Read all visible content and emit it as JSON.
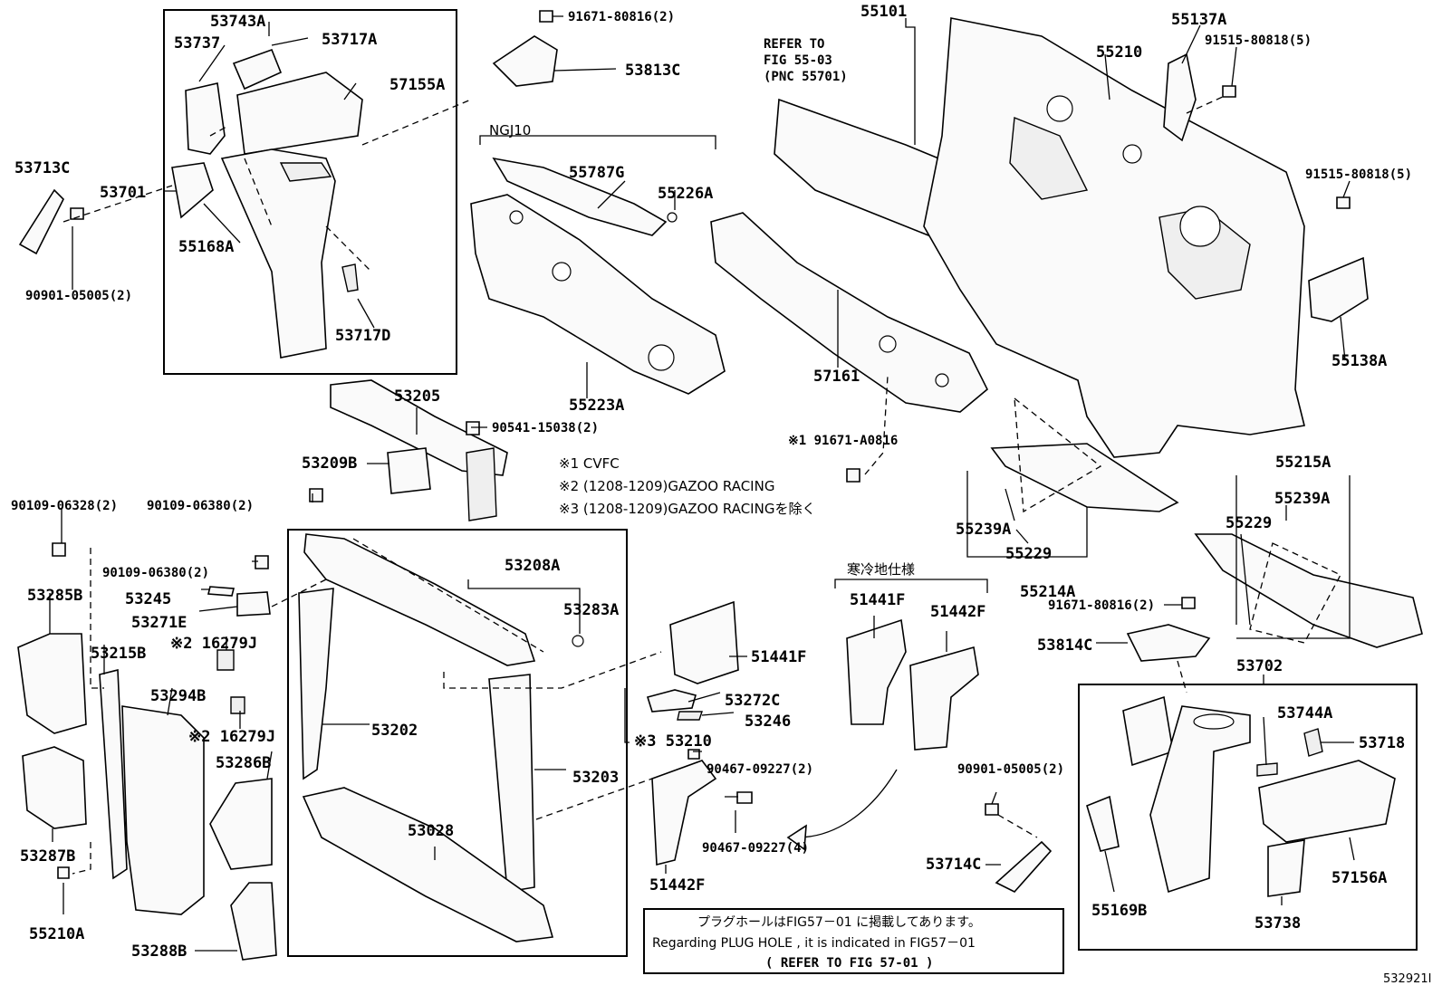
{
  "labels": {
    "p53743A": "53743A",
    "p53737": "53737",
    "p53717A": "53717A",
    "p57155A": "57155A",
    "p53713C": "53713C",
    "p53701": "53701",
    "p55168A": "55168A",
    "p90901_05005_l": "90901-05005(2)",
    "p53717D": "53717D",
    "p91671_80816_t": "91671-80816(2)",
    "p53813C": "53813C",
    "ngj10": "NGJ10",
    "p55787G": "55787G",
    "p55226A": "55226A",
    "p55223A": "55223A",
    "p55101": "55101",
    "refer_to": "REFER TO",
    "fig_55_03": "FIG 55-03",
    "pnc_55701": "(PNC 55701)",
    "p55210": "55210",
    "p55137A": "55137A",
    "p91515_80818_a": "91515-80818(5)",
    "p91515_80818_b": "91515-80818(5)",
    "p55138A": "55138A",
    "p57161": "57161",
    "p53205": "53205",
    "p53209B": "53209B",
    "p90541_15038": "90541-15038(2)",
    "note1": "※1 CVFC",
    "note2": "※2 (1208-1209)GAZOO RACING",
    "note3": "※3 (1208-1209)GAZOO RACINGを除く",
    "p91671_A0816": "※1 91671-A0816",
    "p55239A_l": "55239A",
    "p55229_l": "55229",
    "p55214A": "55214A",
    "p55215A": "55215A",
    "p55239A_r": "55239A",
    "p55229_r": "55229",
    "p90109_06328": "90109-06328(2)",
    "p90109_06380_a": "90109-06380(2)",
    "p90109_06380_b": "90109-06380(2)",
    "p53245": "53245",
    "p53271E": "53271E",
    "p16279J_a": "※2 16279J",
    "p16279J_b": "※2 16279J",
    "p53285B": "53285B",
    "p53215B": "53215B",
    "p53294B": "53294B",
    "p53286B": "53286B",
    "p53287B": "53287B",
    "p55210A": "55210A",
    "p53288B": "53288B",
    "p53208A": "53208A",
    "p53283A": "53283A",
    "p53202": "53202",
    "p53203": "53203",
    "p53028": "53028",
    "p51441F_a": "51441F",
    "p53272C": "53272C",
    "p53246": "53246",
    "p53210": "※3 53210",
    "p90467_09227_2": "90467-09227(2)",
    "p90467_09227_4": "90467-09227(4)",
    "p51442F_a": "51442F",
    "cold": "寒冷地仕様",
    "p51441F_b": "51441F",
    "p51442F_b": "51442F",
    "p91671_80816_r": "91671-80816(2)",
    "p53814C": "53814C",
    "p90901_05005_r": "90901-05005(2)",
    "p53714C": "53714C",
    "p53702": "53702",
    "p53744A": "53744A",
    "p53718": "53718",
    "p57156A": "57156A",
    "p55169B": "55169B",
    "p53738": "53738",
    "plug_jp": "プラグホールはFIG57－01 に掲載してあります。",
    "plug_en": "Regarding PLUG HOLE , it is indicated in FIG57－01",
    "plug_ref": "( REFER TO FIG 57-01 )",
    "fig_id": "532921I"
  }
}
